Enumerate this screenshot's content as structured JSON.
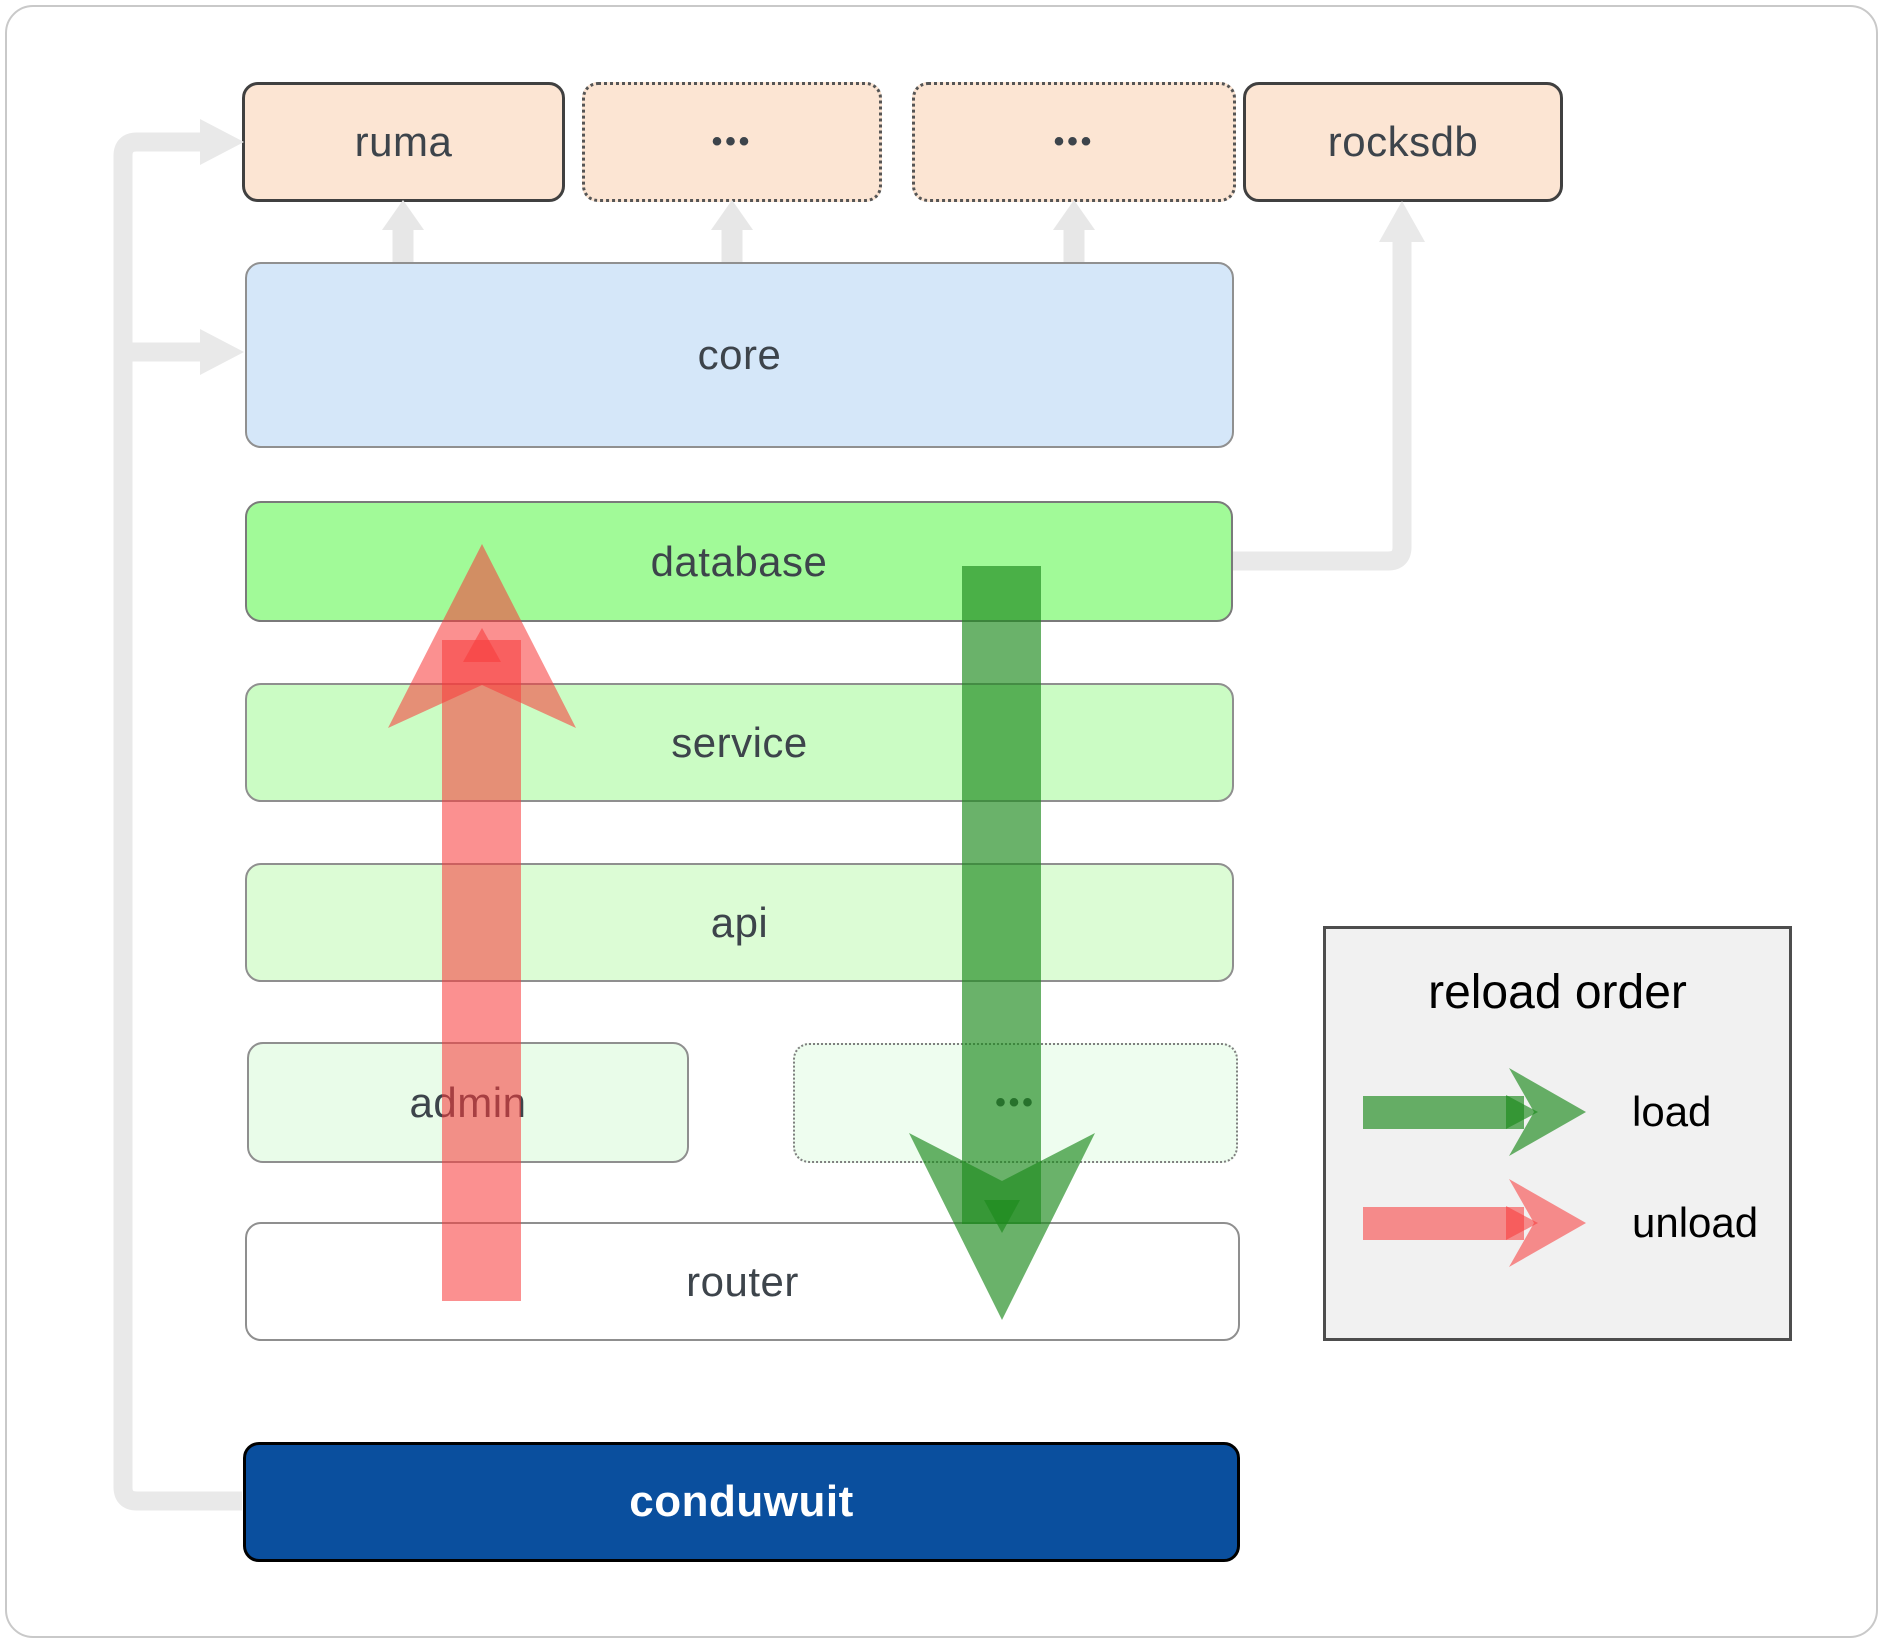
{
  "diagram": {
    "title_hint": "conduwuit architecture layers",
    "top_row": [
      {
        "id": "ruma",
        "label": "ruma",
        "border": "solid"
      },
      {
        "id": "ellipsis1",
        "label": "•••",
        "border": "dotted"
      },
      {
        "id": "ellipsis2",
        "label": "•••",
        "border": "dotted"
      },
      {
        "id": "rocksdb",
        "label": "rocksdb",
        "border": "solid"
      }
    ],
    "layers": {
      "core": {
        "label": "core"
      },
      "database": {
        "label": "database"
      },
      "service": {
        "label": "service"
      },
      "api": {
        "label": "api"
      },
      "admin": {
        "label": "admin"
      },
      "ellipsis3": {
        "label": "•••"
      },
      "router": {
        "label": "router"
      },
      "conduwuit": {
        "label": "conduwuit"
      }
    },
    "legend": {
      "title": "reload order",
      "load_label": "load",
      "unload_label": "unload"
    },
    "colors": {
      "load_green": "#1d8a1d",
      "unload_red": "#f83b3b",
      "connector_gray": "#e9e9e9",
      "small_arrow_gray": "#e7e7e7",
      "peach": "#fce5d3",
      "core_blue": "#d5e7f9",
      "database_green": "#a1fa98",
      "service_green": "#cbfcc4",
      "api_green": "#dcfcd5",
      "admin_green": "#e9fce9",
      "conduwuit_blue": "#0a4f9e",
      "label_dark": "#3d444b"
    }
  }
}
